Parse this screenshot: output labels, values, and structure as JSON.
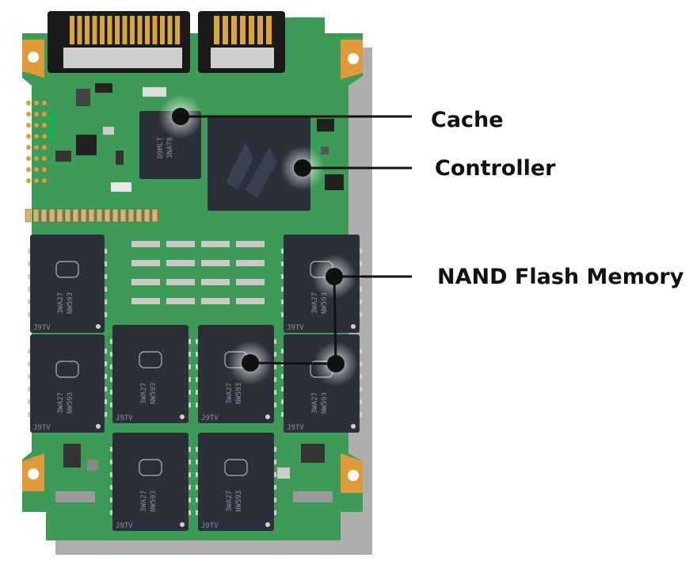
{
  "labels": {
    "cache": "Cache",
    "controller": "Controller",
    "nand": "NAND Flash Memory"
  },
  "chip_marks": {
    "cache_top": "D9MLT",
    "cache_bottom": "3NA78",
    "nand_line1": "3WA27",
    "nand_line2": "NW593",
    "nand_corner": "J9TV"
  },
  "colors": {
    "pcb": "#3e9a57",
    "pcb_dark": "#2f7d45",
    "chip": "#2b2f3a",
    "pad": "#e09a3a",
    "connector": "#1a1a1a",
    "gold": "#d8a640",
    "leader": "#111111",
    "shadow": "#5a5a5a"
  }
}
